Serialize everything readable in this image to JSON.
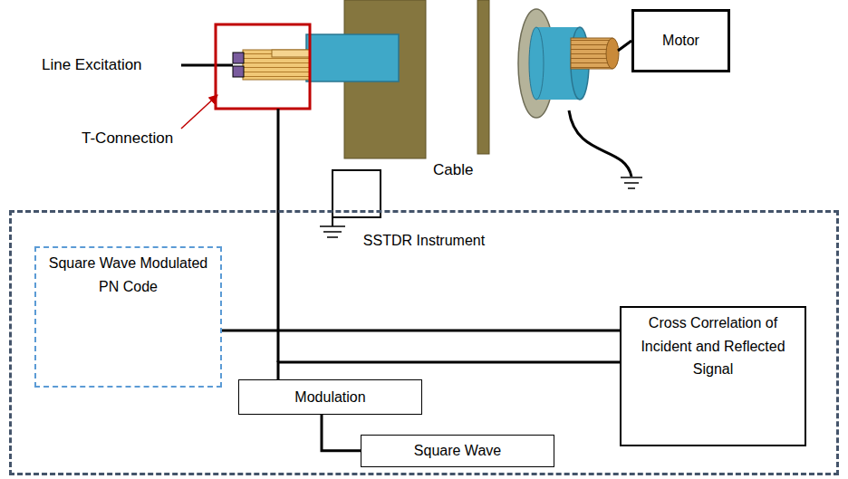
{
  "diagram": {
    "nodes": [
      {
        "text": [
          "Motor"
        ]
      },
      {
        "text": [
          "SSTDR Instrument"
        ]
      },
      {
        "text": [
          "Square Wave Modulated PN Code"
        ],
        "in": 1
      },
      {
        "text": [
          "Cross Correlation of Incident and Reflected Signal"
        ],
        "in": 1
      },
      {
        "text": [
          "Modulation"
        ],
        "in": 1
      },
      {
        "text": [
          "Square Wave"
        ],
        "in": 1
      }
    ],
    "edges": [
      {
        "from": 2,
        "to": 3,
        "arrow": "none"
      },
      {
        "from": 4,
        "to": 3,
        "arrow": "none"
      },
      {
        "from": 5,
        "to": 4,
        "arrow": "none"
      }
    ],
    "labels": [
      "Line Excitation",
      "T-Connection",
      "Cable"
    ]
  }
}
